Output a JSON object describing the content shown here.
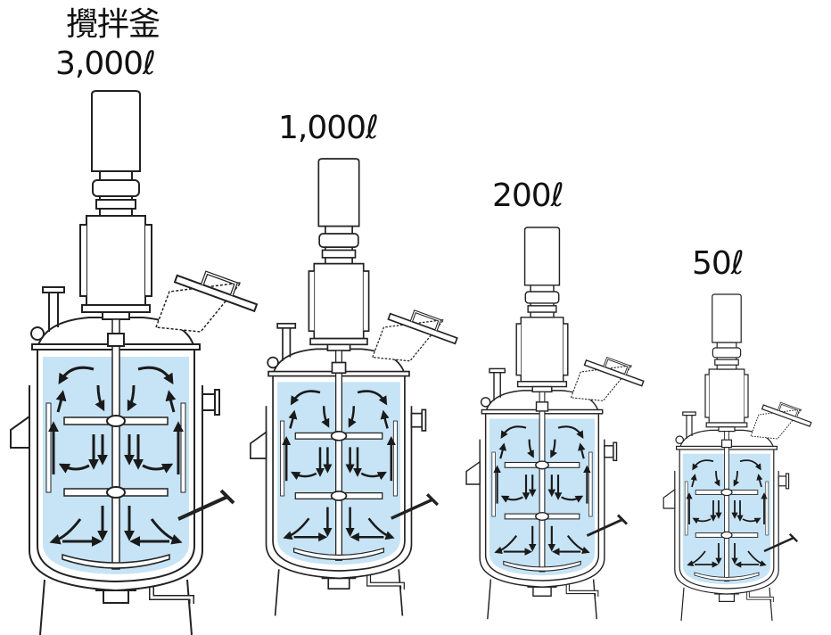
{
  "title": "攪拌釜",
  "tanks": [
    {
      "capacity": "3,000ℓ"
    },
    {
      "capacity": "1,000ℓ"
    },
    {
      "capacity": "200ℓ"
    },
    {
      "capacity": "50ℓ"
    }
  ],
  "colors": {
    "liquid": "#c6e4f5",
    "line": "#222222",
    "arrow": "#1a1a1a"
  }
}
